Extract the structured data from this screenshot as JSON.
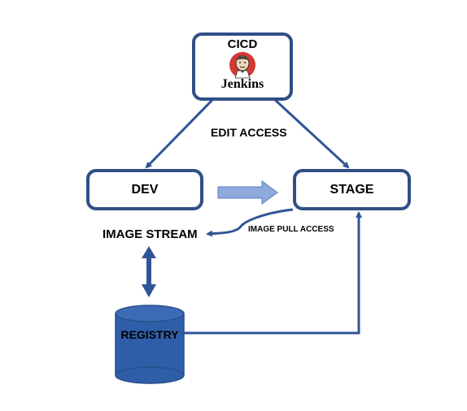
{
  "nodes": {
    "cicd": {
      "title": "CICD",
      "logo_text": "Jenkins"
    },
    "dev": {
      "label": "DEV"
    },
    "stage": {
      "label": "STAGE"
    },
    "image_stream": {
      "label": "IMAGE STREAM"
    },
    "registry": {
      "label": "REGISTRY"
    }
  },
  "edges": {
    "edit_access": "EDIT ACCESS",
    "image_pull_access": "IMAGE PULL ACCESS"
  },
  "colors": {
    "box_border": "#2f4f85",
    "arrow": "#2f5597",
    "registry_fill": "#2e5ea8",
    "promote_arrow": "#8faadc"
  },
  "icons": [
    "jenkins-butler-icon"
  ]
}
